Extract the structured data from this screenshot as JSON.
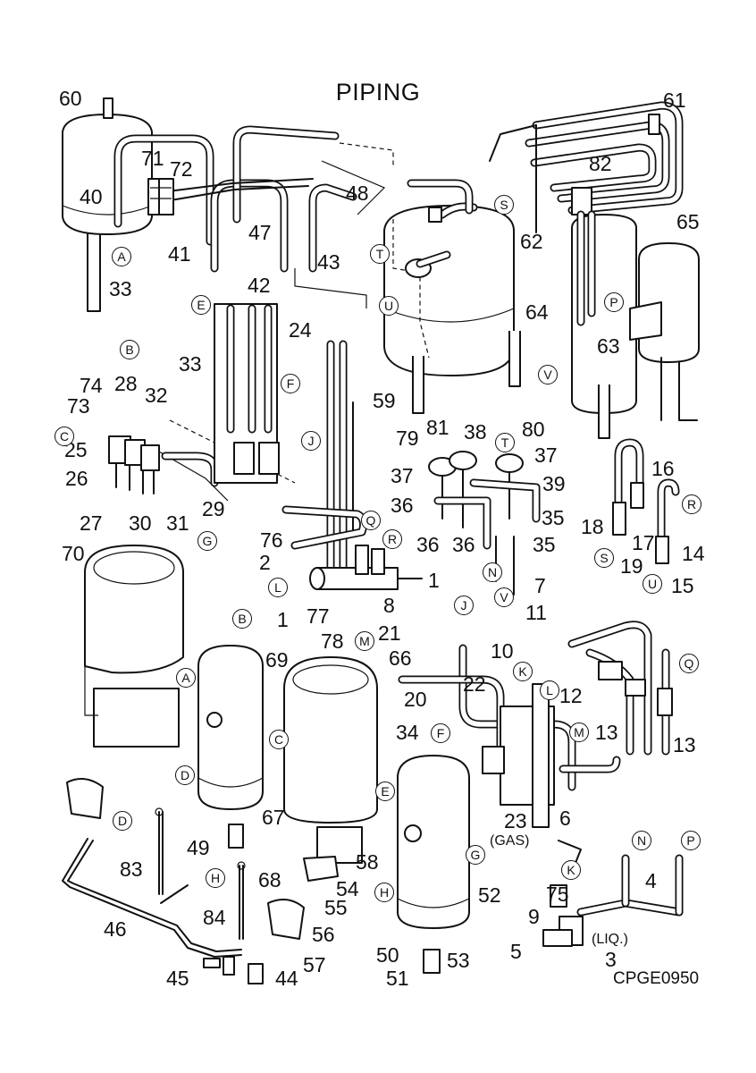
{
  "title": "PIPING",
  "drawing_code": "CPGE0950",
  "notes": {
    "gas": "(GAS)",
    "liq": "(LIQ.)"
  },
  "colors": {
    "ink": "#111111",
    "paper": "#ffffff"
  },
  "part_numbers": [
    {
      "id": "n60",
      "text": "60"
    },
    {
      "id": "n61",
      "text": "61"
    },
    {
      "id": "n71",
      "text": "71"
    },
    {
      "id": "n72",
      "text": "72"
    },
    {
      "id": "n40",
      "text": "40"
    },
    {
      "id": "n82",
      "text": "82"
    },
    {
      "id": "n48",
      "text": "48"
    },
    {
      "id": "n65",
      "text": "65"
    },
    {
      "id": "n47",
      "text": "47"
    },
    {
      "id": "n41",
      "text": "41"
    },
    {
      "id": "n62",
      "text": "62"
    },
    {
      "id": "n43",
      "text": "43"
    },
    {
      "id": "n33a",
      "text": "33"
    },
    {
      "id": "n42",
      "text": "42"
    },
    {
      "id": "n64",
      "text": "64"
    },
    {
      "id": "n24",
      "text": "24"
    },
    {
      "id": "n63",
      "text": "63"
    },
    {
      "id": "n33b",
      "text": "33"
    },
    {
      "id": "n59",
      "text": "59"
    },
    {
      "id": "n74",
      "text": "74"
    },
    {
      "id": "n28",
      "text": "28"
    },
    {
      "id": "n32",
      "text": "32"
    },
    {
      "id": "n73",
      "text": "73"
    },
    {
      "id": "n79",
      "text": "79"
    },
    {
      "id": "n81",
      "text": "81"
    },
    {
      "id": "n38",
      "text": "38"
    },
    {
      "id": "n80",
      "text": "80"
    },
    {
      "id": "n25",
      "text": "25"
    },
    {
      "id": "n37a",
      "text": "37"
    },
    {
      "id": "n37b",
      "text": "37"
    },
    {
      "id": "n16",
      "text": "16"
    },
    {
      "id": "n26",
      "text": "26"
    },
    {
      "id": "n39",
      "text": "39"
    },
    {
      "id": "n27",
      "text": "27"
    },
    {
      "id": "n30",
      "text": "30"
    },
    {
      "id": "n31",
      "text": "31"
    },
    {
      "id": "n29",
      "text": "29"
    },
    {
      "id": "n36a",
      "text": "36"
    },
    {
      "id": "n35a",
      "text": "35"
    },
    {
      "id": "n18",
      "text": "18"
    },
    {
      "id": "n17",
      "text": "17"
    },
    {
      "id": "n36b",
      "text": "36"
    },
    {
      "id": "n36c",
      "text": "36"
    },
    {
      "id": "n35b",
      "text": "35"
    },
    {
      "id": "n14",
      "text": "14"
    },
    {
      "id": "n70",
      "text": "70"
    },
    {
      "id": "n76",
      "text": "76"
    },
    {
      "id": "n2",
      "text": "2"
    },
    {
      "id": "n19",
      "text": "19"
    },
    {
      "id": "n15",
      "text": "15"
    },
    {
      "id": "n1a",
      "text": "1"
    },
    {
      "id": "n7",
      "text": "7"
    },
    {
      "id": "n1b",
      "text": "1"
    },
    {
      "id": "n77",
      "text": "77"
    },
    {
      "id": "n8",
      "text": "8"
    },
    {
      "id": "n11",
      "text": "11"
    },
    {
      "id": "n78",
      "text": "78"
    },
    {
      "id": "n21",
      "text": "21"
    },
    {
      "id": "n10",
      "text": "10"
    },
    {
      "id": "n69",
      "text": "69"
    },
    {
      "id": "n66",
      "text": "66"
    },
    {
      "id": "n22",
      "text": "22"
    },
    {
      "id": "n20",
      "text": "20"
    },
    {
      "id": "n12",
      "text": "12"
    },
    {
      "id": "n13a",
      "text": "13"
    },
    {
      "id": "n34",
      "text": "34"
    },
    {
      "id": "n13b",
      "text": "13"
    },
    {
      "id": "n67",
      "text": "67"
    },
    {
      "id": "n23",
      "text": "23"
    },
    {
      "id": "n6",
      "text": "6"
    },
    {
      "id": "n49",
      "text": "49"
    },
    {
      "id": "n83",
      "text": "83"
    },
    {
      "id": "n58",
      "text": "58"
    },
    {
      "id": "n68",
      "text": "68"
    },
    {
      "id": "n54",
      "text": "54"
    },
    {
      "id": "n4",
      "text": "4"
    },
    {
      "id": "n52",
      "text": "52"
    },
    {
      "id": "n75",
      "text": "75"
    },
    {
      "id": "n46",
      "text": "46"
    },
    {
      "id": "n84",
      "text": "84"
    },
    {
      "id": "n55",
      "text": "55"
    },
    {
      "id": "n9",
      "text": "9"
    },
    {
      "id": "n56",
      "text": "56"
    },
    {
      "id": "n50",
      "text": "50"
    },
    {
      "id": "n5",
      "text": "5"
    },
    {
      "id": "n53",
      "text": "53"
    },
    {
      "id": "n3",
      "text": "3"
    },
    {
      "id": "n57",
      "text": "57"
    },
    {
      "id": "n45",
      "text": "45"
    },
    {
      "id": "n44",
      "text": "44"
    },
    {
      "id": "n51",
      "text": "51"
    }
  ],
  "connection_markers": [
    {
      "id": "cS1",
      "text": "S"
    },
    {
      "id": "cA1",
      "text": "A"
    },
    {
      "id": "cT1",
      "text": "T"
    },
    {
      "id": "cE1",
      "text": "E"
    },
    {
      "id": "cU1",
      "text": "U"
    },
    {
      "id": "cP1",
      "text": "P"
    },
    {
      "id": "cB1",
      "text": "B"
    },
    {
      "id": "cF1",
      "text": "F"
    },
    {
      "id": "cV1",
      "text": "V"
    },
    {
      "id": "cC1",
      "text": "C"
    },
    {
      "id": "cT2",
      "text": "T"
    },
    {
      "id": "cJ1",
      "text": "J"
    },
    {
      "id": "cG1",
      "text": "G"
    },
    {
      "id": "cQ1",
      "text": "Q"
    },
    {
      "id": "cR1",
      "text": "R"
    },
    {
      "id": "cR2",
      "text": "R"
    },
    {
      "id": "cN1",
      "text": "N"
    },
    {
      "id": "cS2",
      "text": "S"
    },
    {
      "id": "cL1",
      "text": "L"
    },
    {
      "id": "cU2",
      "text": "U"
    },
    {
      "id": "cV2",
      "text": "V"
    },
    {
      "id": "cB2",
      "text": "B"
    },
    {
      "id": "cJ2",
      "text": "J"
    },
    {
      "id": "cM1",
      "text": "M"
    },
    {
      "id": "cQ2",
      "text": "Q"
    },
    {
      "id": "cA2",
      "text": "A"
    },
    {
      "id": "cK1",
      "text": "K"
    },
    {
      "id": "cL2",
      "text": "L"
    },
    {
      "id": "cC2",
      "text": "C"
    },
    {
      "id": "cF2",
      "text": "F"
    },
    {
      "id": "cM2",
      "text": "M"
    },
    {
      "id": "cD1",
      "text": "D"
    },
    {
      "id": "cE2",
      "text": "E"
    },
    {
      "id": "cD2",
      "text": "D"
    },
    {
      "id": "cN2",
      "text": "N"
    },
    {
      "id": "cP2",
      "text": "P"
    },
    {
      "id": "cG2",
      "text": "G"
    },
    {
      "id": "cH1",
      "text": "H"
    },
    {
      "id": "cK2",
      "text": "K"
    },
    {
      "id": "cH2",
      "text": "H"
    }
  ]
}
